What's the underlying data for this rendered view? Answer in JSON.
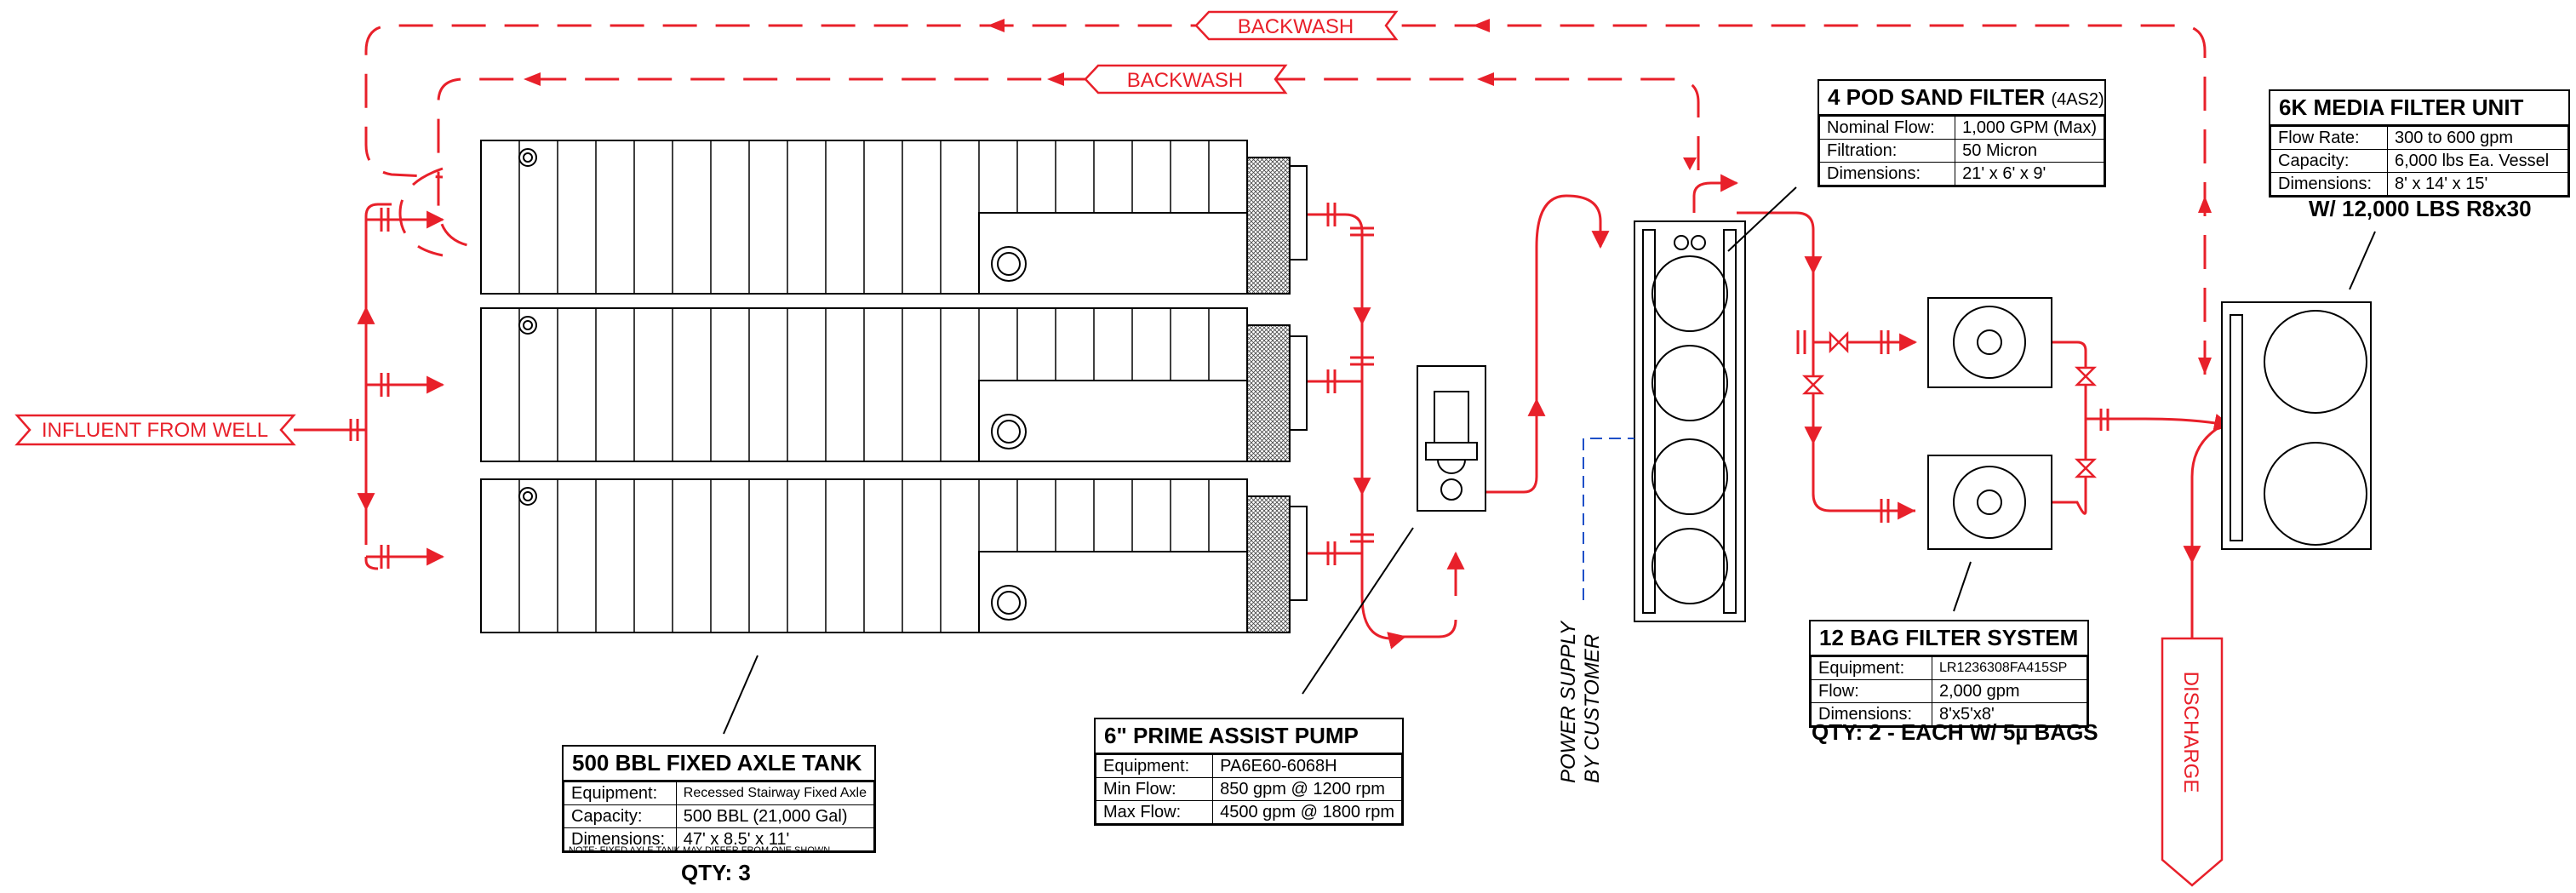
{
  "colors": {
    "flow_line": "#e8202a",
    "equipment_line": "#000000",
    "power_line": "#1e50c8"
  },
  "flow_labels": {
    "influent": "INFLUENT FROM WELL",
    "backwash_upper": "BACKWASH",
    "backwash_lower": "BACKWASH",
    "discharge": "DISCHARGE"
  },
  "power_supply": {
    "line1": "POWER SUPPLY",
    "line2": "BY CUSTOMER"
  },
  "tank": {
    "title": "500 BBL FIXED AXLE TANK",
    "rows": [
      {
        "label": "Equipment:",
        "value": "Recessed Stairway Fixed Axle"
      },
      {
        "label": "Capacity:",
        "value": "500 BBL (21,000 Gal)"
      },
      {
        "label": "Dimensions:",
        "value": "47' x 8.5' x 11'"
      }
    ],
    "note": "NOTE: FIXED AXLE TANK MAY DIFFER FROM ONE SHOWN",
    "qty": "QTY: 3"
  },
  "pump": {
    "title": "6\" PRIME ASSIST PUMP",
    "rows": [
      {
        "label": "Equipment:",
        "value": "PA6E60-6068H"
      },
      {
        "label": "Min Flow:",
        "value": "850 gpm @ 1200 rpm"
      },
      {
        "label": "Max Flow:",
        "value": "4500 gpm @ 1800 rpm"
      }
    ]
  },
  "sand_filter": {
    "title": "4 POD SAND FILTER",
    "model": "(4AS2)",
    "rows": [
      {
        "label": "Nominal Flow:",
        "value": "1,000 GPM (Max)"
      },
      {
        "label": "Filtration:",
        "value": "50 Micron"
      },
      {
        "label": "Dimensions:",
        "value": "21' x 6' x 9'"
      }
    ]
  },
  "bag_filter": {
    "title": "12 BAG FILTER SYSTEM",
    "rows": [
      {
        "label": "Equipment:",
        "value": "LR1236308FA415SP"
      },
      {
        "label": "Flow:",
        "value": "2,000 gpm"
      },
      {
        "label": "Dimensions:",
        "value": "8'x5'x8'"
      }
    ],
    "qty": "QTY: 2 - EACH W/ 5µ BAGS"
  },
  "media_filter": {
    "title": "6K MEDIA FILTER UNIT",
    "rows": [
      {
        "label": "Flow Rate:",
        "value": "300 to 600 gpm"
      },
      {
        "label": "Capacity:",
        "value": "6,000 lbs Ea. Vessel"
      },
      {
        "label": "Dimensions:",
        "value": "8' x 14' x 15'"
      }
    ],
    "note": "W/ 12,000 LBS R8x30"
  }
}
